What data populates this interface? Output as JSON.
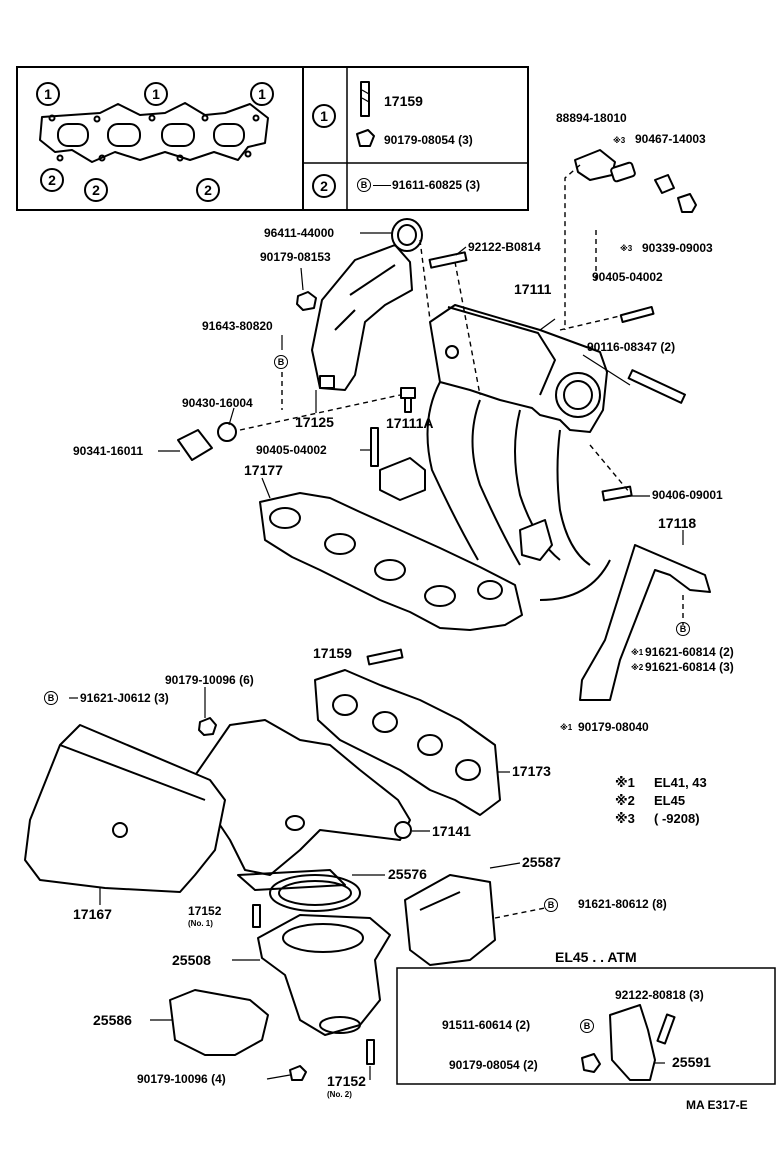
{
  "legend_table": {
    "row1": {
      "index": "1",
      "parts": [
        "17159",
        "90179-08054 (3)"
      ]
    },
    "row2": {
      "index": "2",
      "part": "91611-60825 (3)",
      "marker": "B"
    },
    "gasket_markers": {
      "top": "1",
      "bottom": "2"
    }
  },
  "callouts": {
    "p88894": "88894-18010",
    "p90467": "90467-14003",
    "p90339": "90339-09003",
    "p96411": "96411-44000",
    "p92122a": "92122-B0814",
    "p90179_08153": "90179-08153",
    "p90405a": "90405-04002",
    "p17111": "17111",
    "p91643": "91643-80820",
    "p90116": "90116-08347 (2)",
    "p90430": "90430-16004",
    "p17111A": "17111A",
    "p90341": "90341-16011",
    "p90405b": "90405-04002",
    "p17125": "17125",
    "p17177": "17177",
    "p90406": "90406-09001",
    "p17118": "17118",
    "p91621_60814_2": "91621-60814 (2)",
    "p91621_60814_3": "91621-60814 (3)",
    "p90179_08040": "90179-08040",
    "p17159": "17159",
    "p90179_10096_6": "90179-10096 (6)",
    "p91621_J0612": "91621-J0612 (3)",
    "p17173": "17173",
    "p17141": "17141",
    "p17167": "17167",
    "p17152a": "17152",
    "p17152a_sub": "(No. 1)",
    "p25576": "25576",
    "p25587": "25587",
    "p91621_80612": "91621-80612 (8)",
    "p25508": "25508",
    "p25586": "25586",
    "p90179_10096_4": "90179-10096 (4)",
    "p17152b": "17152",
    "p17152b_sub": "(No. 2)"
  },
  "marks": {
    "m1": "※1",
    "m2": "※2",
    "m3": "※3",
    "b": "B"
  },
  "notes": {
    "n1_mark": "※1",
    "n1": "EL41, 43",
    "n2_mark": "※2",
    "n2": "EL45",
    "n3_mark": "※3",
    "n3": "(          -9208)"
  },
  "inset": {
    "title": "EL45 . . ATM",
    "p92122": "92122-80818 (3)",
    "p91511": "91511-60614 (2)",
    "p90179": "90179-08054 (2)",
    "p25591": "25591"
  },
  "figure_code": "MA E317-E"
}
